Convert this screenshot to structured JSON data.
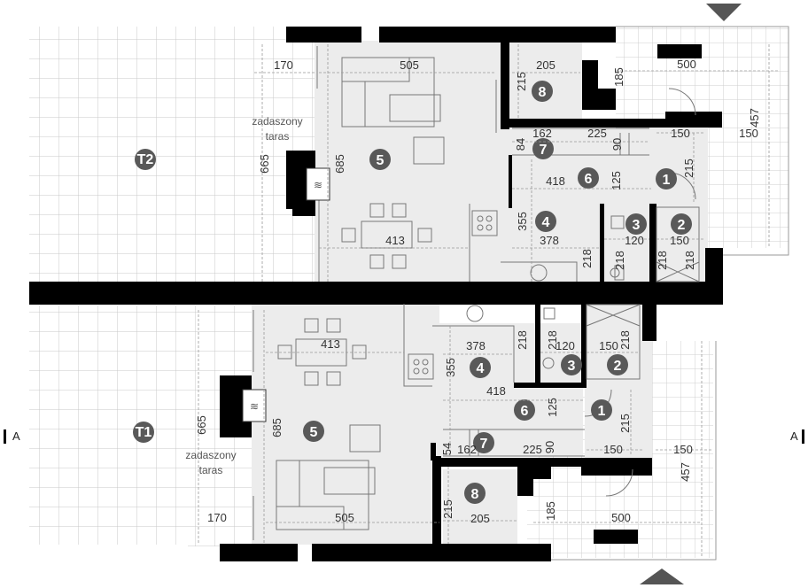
{
  "dimensions": {
    "d170_top": "170",
    "d505_top": "505",
    "d685_top": "685",
    "d665_top": "665",
    "d413_top": "413",
    "d205_top": "205",
    "d215_top": "215",
    "d185_top": "185",
    "d500_top": "500",
    "d457_top": "457",
    "d150_top_r": "150",
    "d162_top": "162",
    "d225_top": "225",
    "d90_top": "90",
    "d84_top": "84",
    "d150_top_a": "150",
    "d215_top_b": "215",
    "d418_top": "418",
    "d125_top": "125",
    "d355_top": "355",
    "d378_top": "378",
    "d120_top": "120",
    "d150_top_b": "150",
    "d218_top_a": "218",
    "d218_top_b": "218",
    "d218_top_c": "218",
    "d218_top_d": "218",
    "d413_bot": "413",
    "d378_bot": "378",
    "d218_bot_a": "218",
    "d218_bot_b": "218",
    "d120_bot": "120",
    "d150_bot_a": "150",
    "d218_bot_c": "218",
    "d355_bot": "355",
    "d418_bot": "418",
    "d125_bot": "125",
    "d215_bot_a": "215",
    "d665_bot": "665",
    "d685_bot": "685",
    "d162_bot": "162",
    "d54_bot": "54",
    "d225_bot": "225",
    "d90_bot": "90",
    "d150_bot_b": "150",
    "d150_bot_c": "150",
    "d457_bot": "457",
    "d215_bot_b": "215",
    "d205_bot": "205",
    "d185_bot": "185",
    "d170_bot": "170",
    "d505_bot": "505",
    "d500_bot": "500"
  },
  "room_numbers": {
    "top": [
      "8",
      "7",
      "6",
      "5",
      "4",
      "3",
      "2",
      "1"
    ],
    "bottom": [
      "4",
      "3",
      "2",
      "1",
      "6",
      "5",
      "7",
      "8"
    ]
  },
  "terraces": {
    "t2": "T2",
    "t1": "T1"
  },
  "labels": {
    "covered_top_1": "zadaszony",
    "covered_top_2": "taras",
    "covered_bot_1": "zadaszony",
    "covered_bot_2": "taras"
  },
  "section_marks": {
    "left": "A",
    "right": "A"
  },
  "colors": {
    "wall": "#000000",
    "floor": "#ececec",
    "badge": "#595959",
    "grid": "#c8c8c8",
    "outline": "#999999"
  }
}
